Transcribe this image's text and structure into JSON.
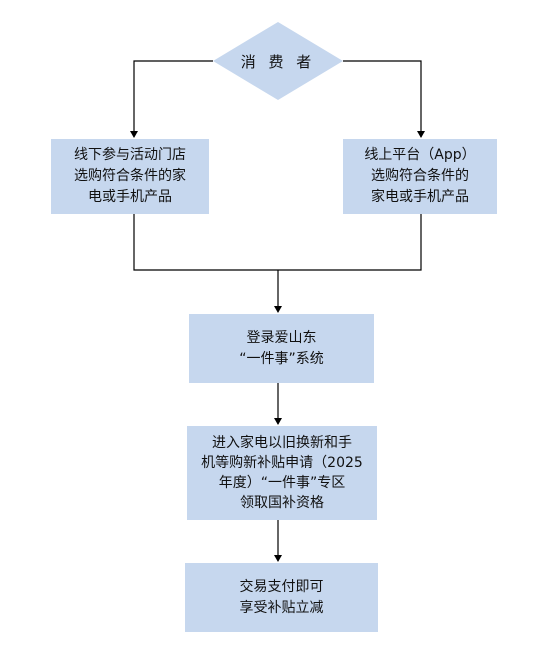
{
  "flowchart": {
    "start": {
      "label": "消 费 者"
    },
    "offline": {
      "lines": [
        "线下参与活动门店",
        "选购符合条件的家",
        "电或手机产品"
      ]
    },
    "online": {
      "lines": [
        "线上平台（App）",
        "选购符合条件的",
        "家电或手机产品"
      ]
    },
    "login": {
      "lines": [
        "登录爱山东",
        "“一件事”系统"
      ]
    },
    "apply": {
      "lines": [
        "进入家电以旧换新和手",
        "机等购新补贴申请（2025",
        "年度）“一件事”专区",
        "领取国补资格"
      ]
    },
    "pay": {
      "lines": [
        "交易支付即可",
        "享受补贴立减"
      ]
    }
  }
}
